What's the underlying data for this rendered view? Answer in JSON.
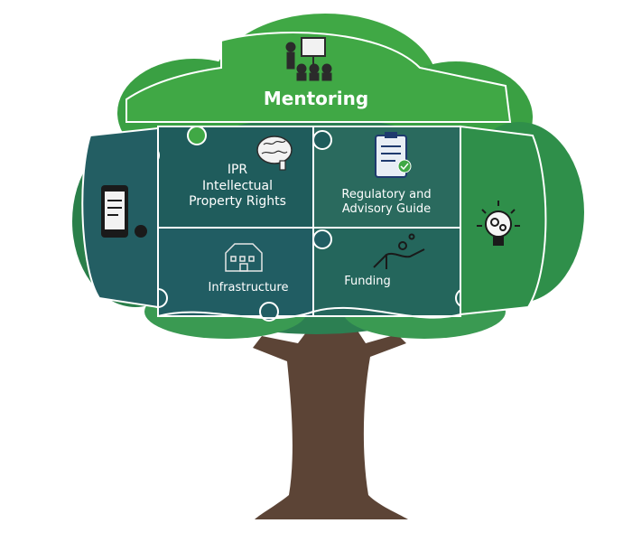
{
  "diagram": {
    "colors": {
      "bright_green": "#40a845",
      "mid_green": "#2f8f4a",
      "teal_dark": "#1f5c5c",
      "teal_panel": "#24626a",
      "trunk": "#5c4436",
      "outline": "#ffffff"
    },
    "pieces": [
      {
        "id": "mentoring",
        "lines": [
          "Mentoring"
        ],
        "icon": "presenter-icon"
      },
      {
        "id": "ipr",
        "lines": [
          "IPR",
          "Intellectual",
          "Property Rights"
        ],
        "icon": "brain-icon"
      },
      {
        "id": "regulatory",
        "lines": [
          "Regulatory and",
          "Advisory Guide"
        ],
        "icon": "clipboard-checklist-icon"
      },
      {
        "id": "infrastructure",
        "lines": [
          "Infrastructure"
        ],
        "icon": "building-icon"
      },
      {
        "id": "funding",
        "lines": [
          "Funding"
        ],
        "icon": "hand-coins-icon"
      }
    ],
    "side_icons": [
      "smartphone-document-icon",
      "lightbulb-gears-icon"
    ]
  }
}
